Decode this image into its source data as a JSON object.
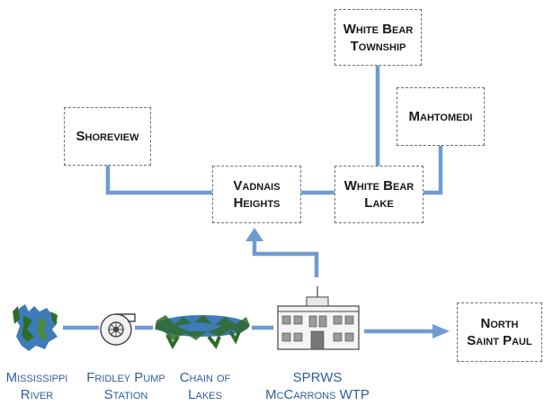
{
  "colors": {
    "connector": "#6f9bd0",
    "caption": "#2e5f9c",
    "water": "#3d7cb8",
    "tree": "#2f6b2a"
  },
  "boxes": {
    "white_bear_township": "White Bear\nTownship",
    "shoreview": "Shoreview",
    "mahtomedi": "Mahtomedi",
    "vadnais_heights": "Vadnais\nHeights",
    "white_bear_lake": "White Bear\nLake",
    "north_saint_paul": "North\nSaint Paul"
  },
  "captions": {
    "mississippi_river": "Mississippi\nRiver",
    "fridley_pump_station": "Fridley Pump\nStation",
    "chain_of_lakes": "Chain of\nLakes",
    "sprws_mccarrons_wtp": "SPRWS\nMcCarrons WTP"
  },
  "icons": [
    "river-icon",
    "pump-icon",
    "lakes-icon",
    "water-treatment-plant-icon",
    "arrow-icon"
  ]
}
